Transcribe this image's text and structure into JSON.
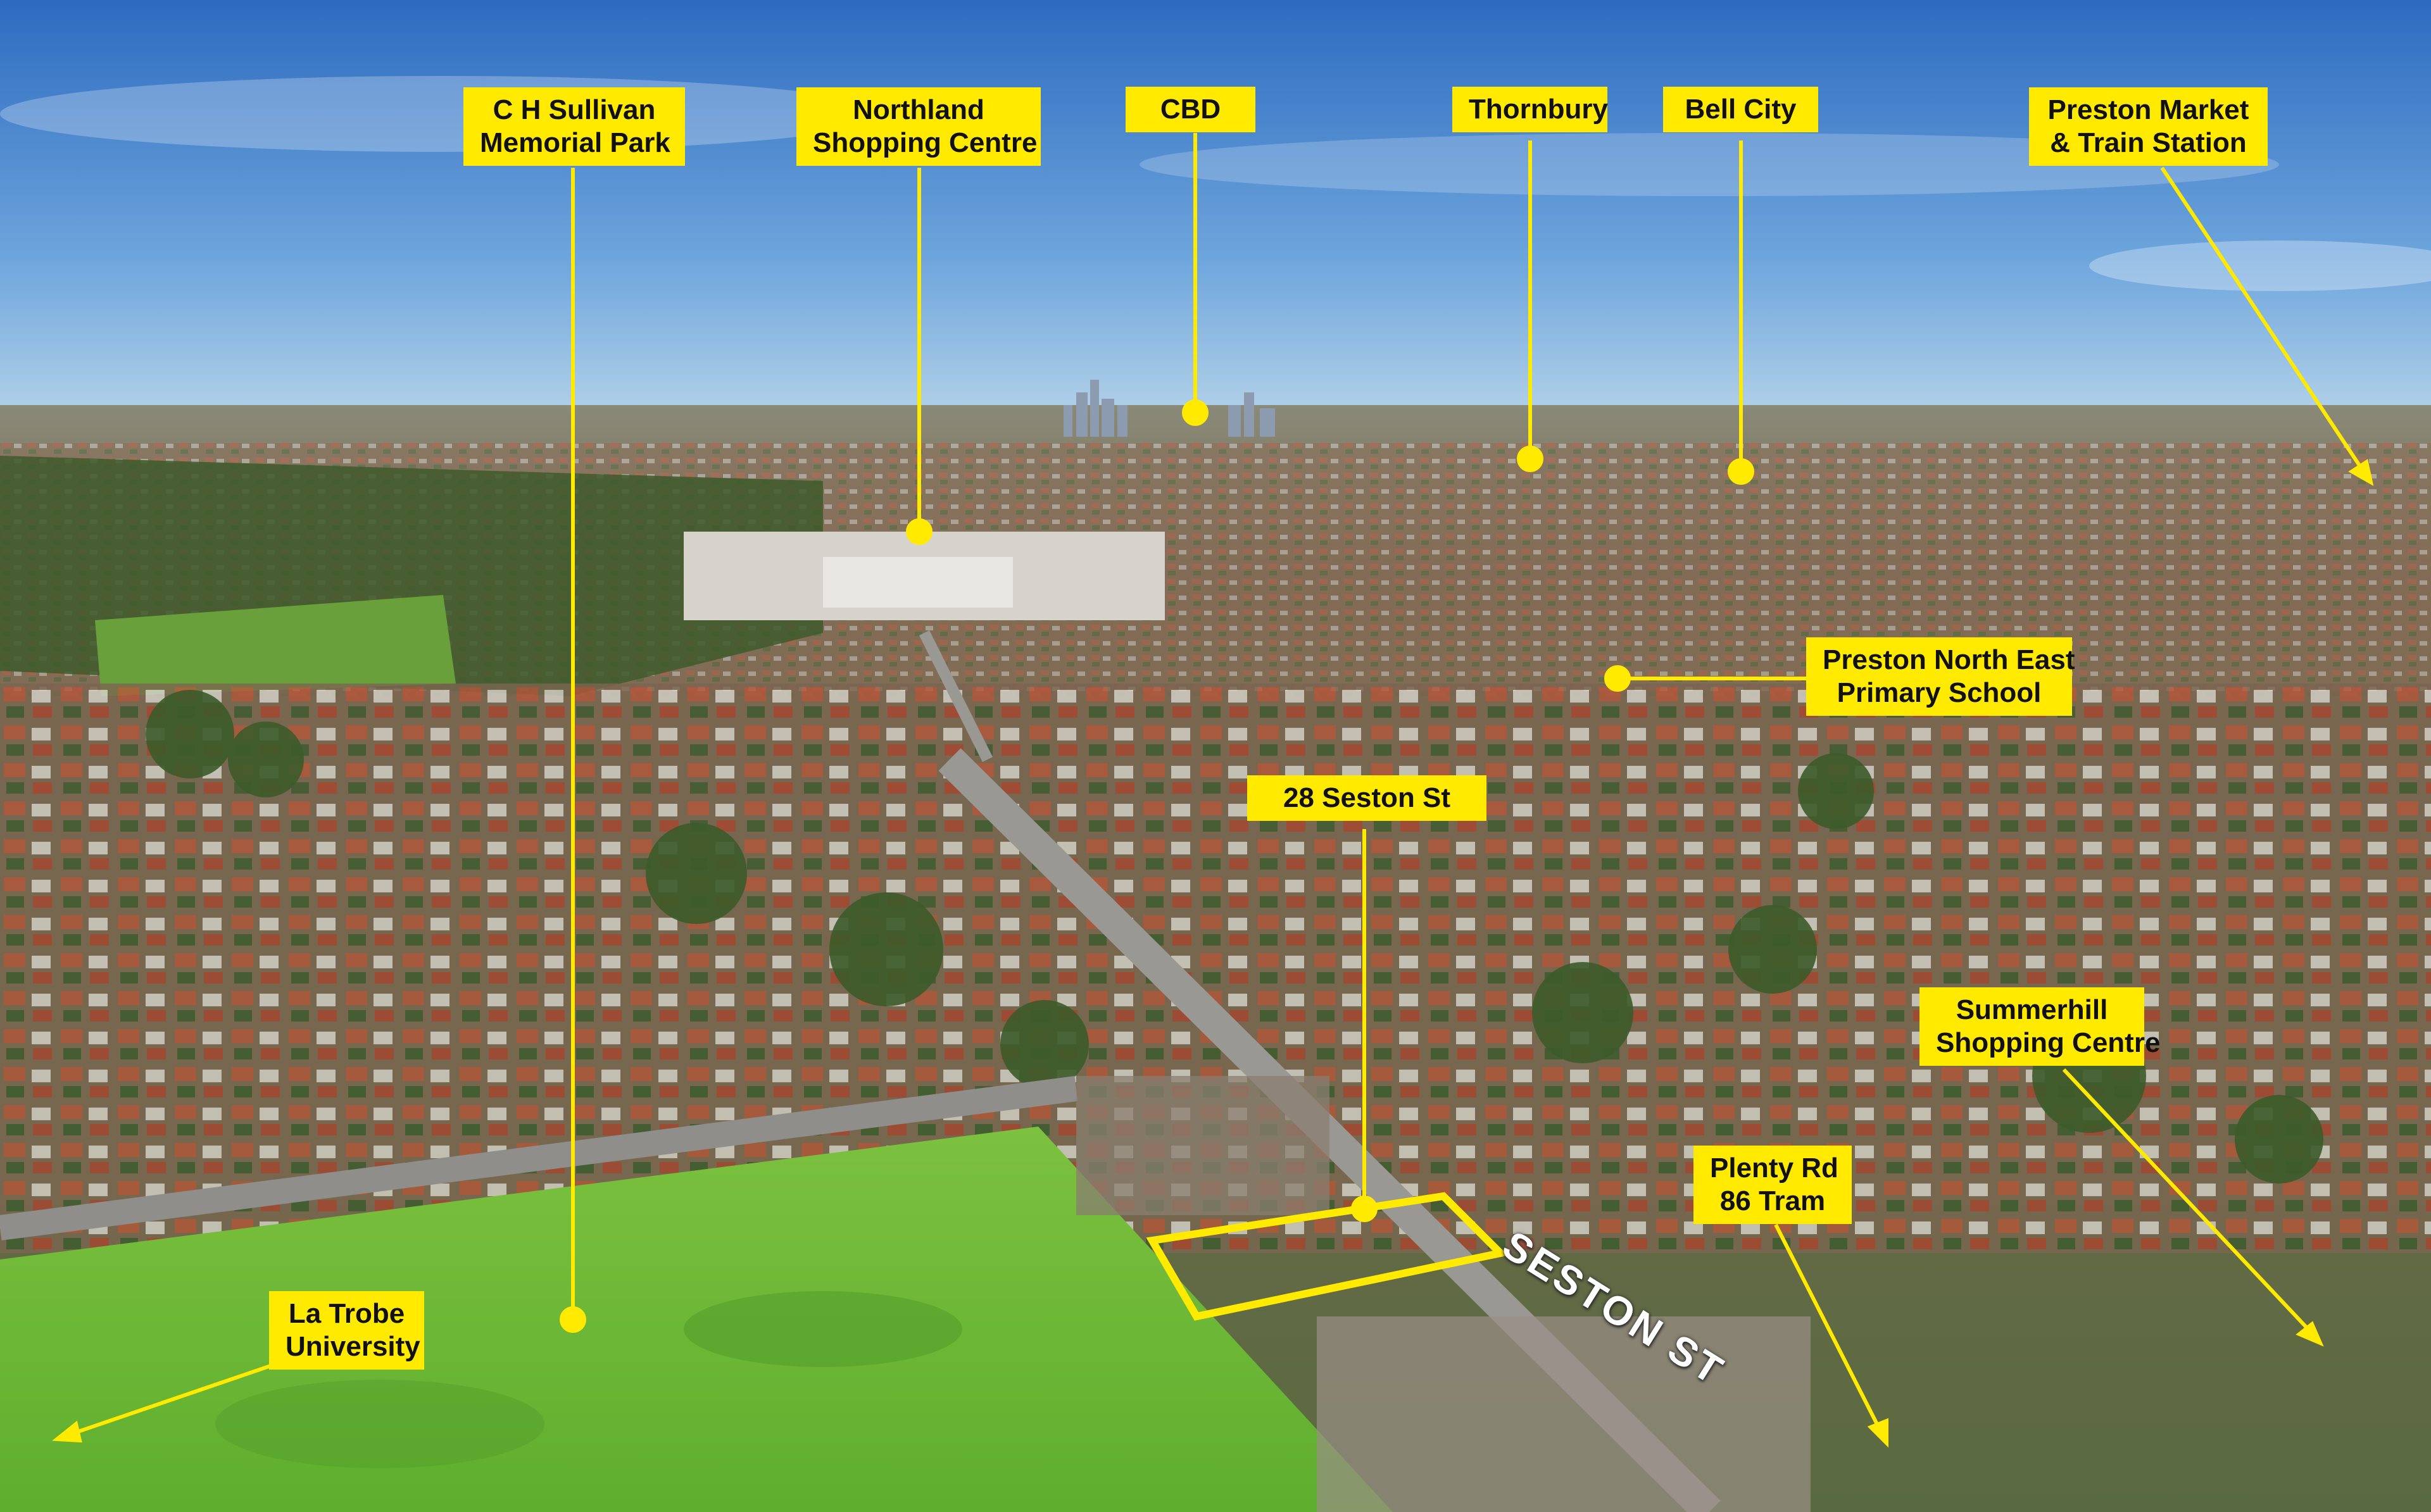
{
  "scene": {
    "colors": {
      "sky_top": "#2f6fc4",
      "sky_bottom": "#9fc6e6",
      "ground": "#6b7a4a",
      "park": "#6fbf3a",
      "accent": "#ffea00"
    }
  },
  "labels": {
    "park": "C H Sullivan\nMemorial Park",
    "northland": "Northland\nShopping Centre",
    "cbd": "CBD",
    "thornbury": "Thornbury",
    "bellcity": "Bell City",
    "preston_market": "Preston Market\n& Train Station",
    "primary_school": "Preston North East\nPrimary School",
    "property": "28 Seston St",
    "summerhill": "Summerhill\nShopping Centre",
    "plenty_rd": "Plenty Rd\n86 Tram",
    "latrobe": "La Trobe\nUniversity",
    "street": "SESTON ST"
  }
}
